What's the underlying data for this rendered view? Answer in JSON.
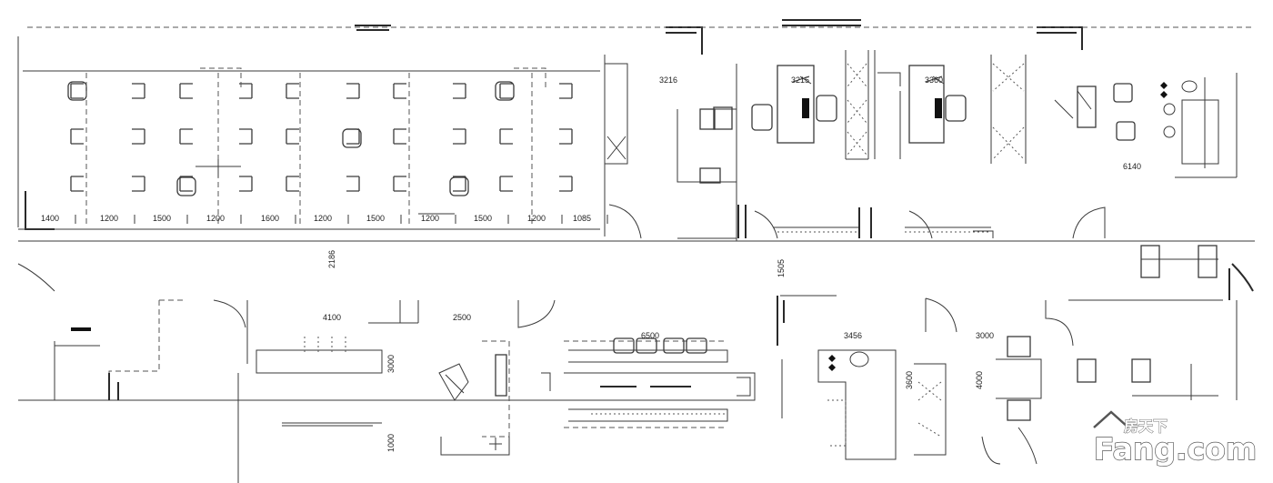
{
  "plan": {
    "dims_top_row": [
      "1400",
      "1200",
      "1500",
      "1200",
      "1600",
      "1200",
      "1500",
      "1200",
      "1500",
      "1200",
      "1085"
    ],
    "dims_rooms": {
      "office_a": "3216",
      "office_b": "3215",
      "office_c": "3360",
      "office_d": "6140",
      "corridor_v": "2186",
      "corridor_r": "1505",
      "room_1": "4100",
      "room_1_h": "3000",
      "room_1_h2": "1000",
      "room_2": "2500",
      "conf": "6500",
      "room_3": "3456",
      "room_3_h": "3600",
      "room_4": "3000",
      "room_4_h": "4000"
    }
  },
  "watermark": {
    "brand_cn": "房天下",
    "brand_en": "Fang.com"
  }
}
